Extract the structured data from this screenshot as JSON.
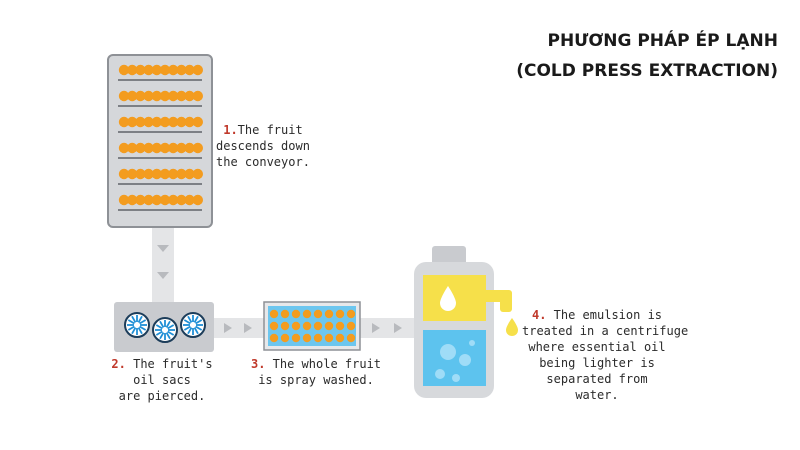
{
  "title": {
    "line1": "PHƯƠNG PHÁP ÉP LẠNH",
    "line2": "(COLD PRESS EXTRACTION)"
  },
  "steps": [
    {
      "number": "1.",
      "lines": [
        "The fruit",
        "descends down",
        "the conveyor."
      ]
    },
    {
      "number": "2.",
      "lines": [
        "The fruit's",
        "oil sacs",
        "are pierced."
      ]
    },
    {
      "number": "3.",
      "lines": [
        "The whole fruit",
        "is spray washed."
      ]
    },
    {
      "number": "4.",
      "lines": [
        "The emulsion is",
        "treated in a centrifuge",
        "where essential oil",
        "being lighter is",
        "separated from",
        "water."
      ]
    }
  ],
  "colors": {
    "accent_number": "#c0392b",
    "fruit_orange": "#f39c1f",
    "oil_yellow": "#f6e04a",
    "water_blue": "#5dc3ee",
    "grey_frame": "#c9cbcf",
    "piercer_blue": "#1f8fd6"
  },
  "icons": [
    "conveyor-icon",
    "piercer-rollers-icon",
    "wash-tray-icon",
    "centrifuge-tank-icon",
    "oil-drop-icon"
  ]
}
